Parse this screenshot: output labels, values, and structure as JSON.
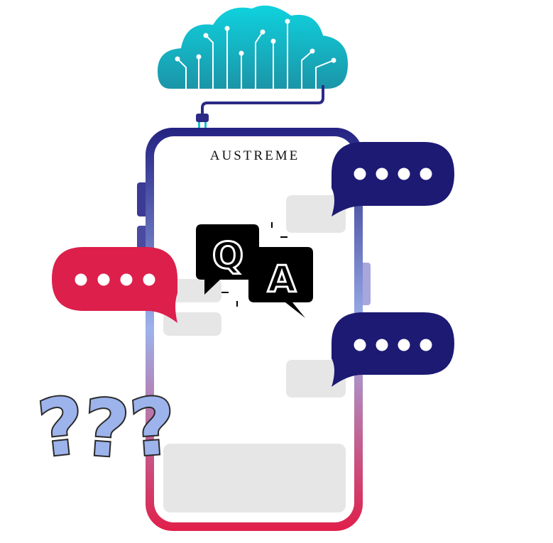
{
  "brand": {
    "name": "AUSTREME"
  },
  "qa_icon": {
    "q": "Q",
    "a": "A"
  },
  "question_marks": [
    "?",
    "?",
    "?"
  ],
  "colors": {
    "navy": "#1c1a72",
    "crimson": "#dc1f4b",
    "teal": "#19c3cf",
    "light_blue": "#9db3ec",
    "placeholder": "#e6e6e6"
  }
}
